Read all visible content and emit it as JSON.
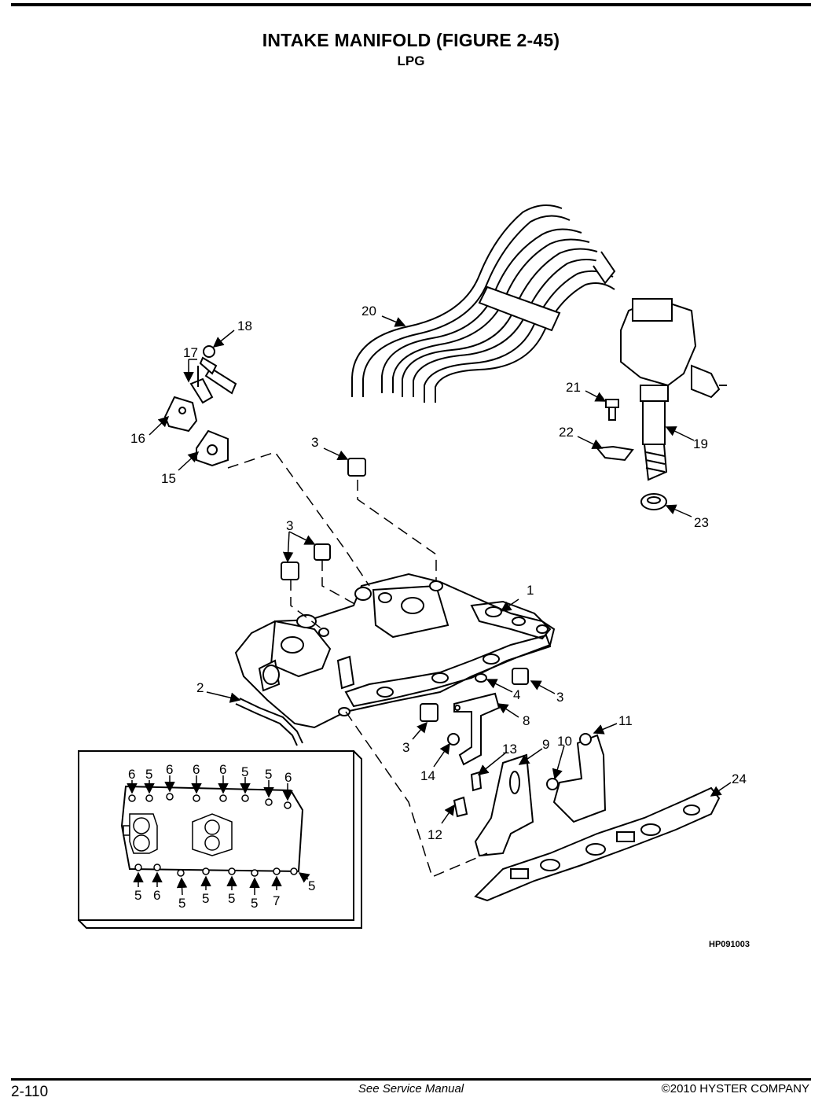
{
  "header": {
    "title": "INTAKE MANIFOLD (FIGURE 2-45)",
    "subtitle": "LPG"
  },
  "callouts": [
    "1",
    "2",
    "3",
    "4",
    "5",
    "6",
    "7",
    "8",
    "9",
    "10",
    "11",
    "12",
    "13",
    "14",
    "15",
    "16",
    "17",
    "18",
    "19",
    "20",
    "21",
    "22",
    "23",
    "24"
  ],
  "inset_callouts": {
    "top": [
      "6",
      "5",
      "6",
      "6",
      "6",
      "5",
      "5",
      "6"
    ],
    "bottom": [
      "5",
      "6",
      "5",
      "5",
      "5",
      "5",
      "7",
      "5"
    ]
  },
  "figure_id": "HP091003",
  "footer": {
    "page_number": "2-110",
    "note": "See Service Manual",
    "copyright": "©2010 HYSTER COMPANY"
  }
}
